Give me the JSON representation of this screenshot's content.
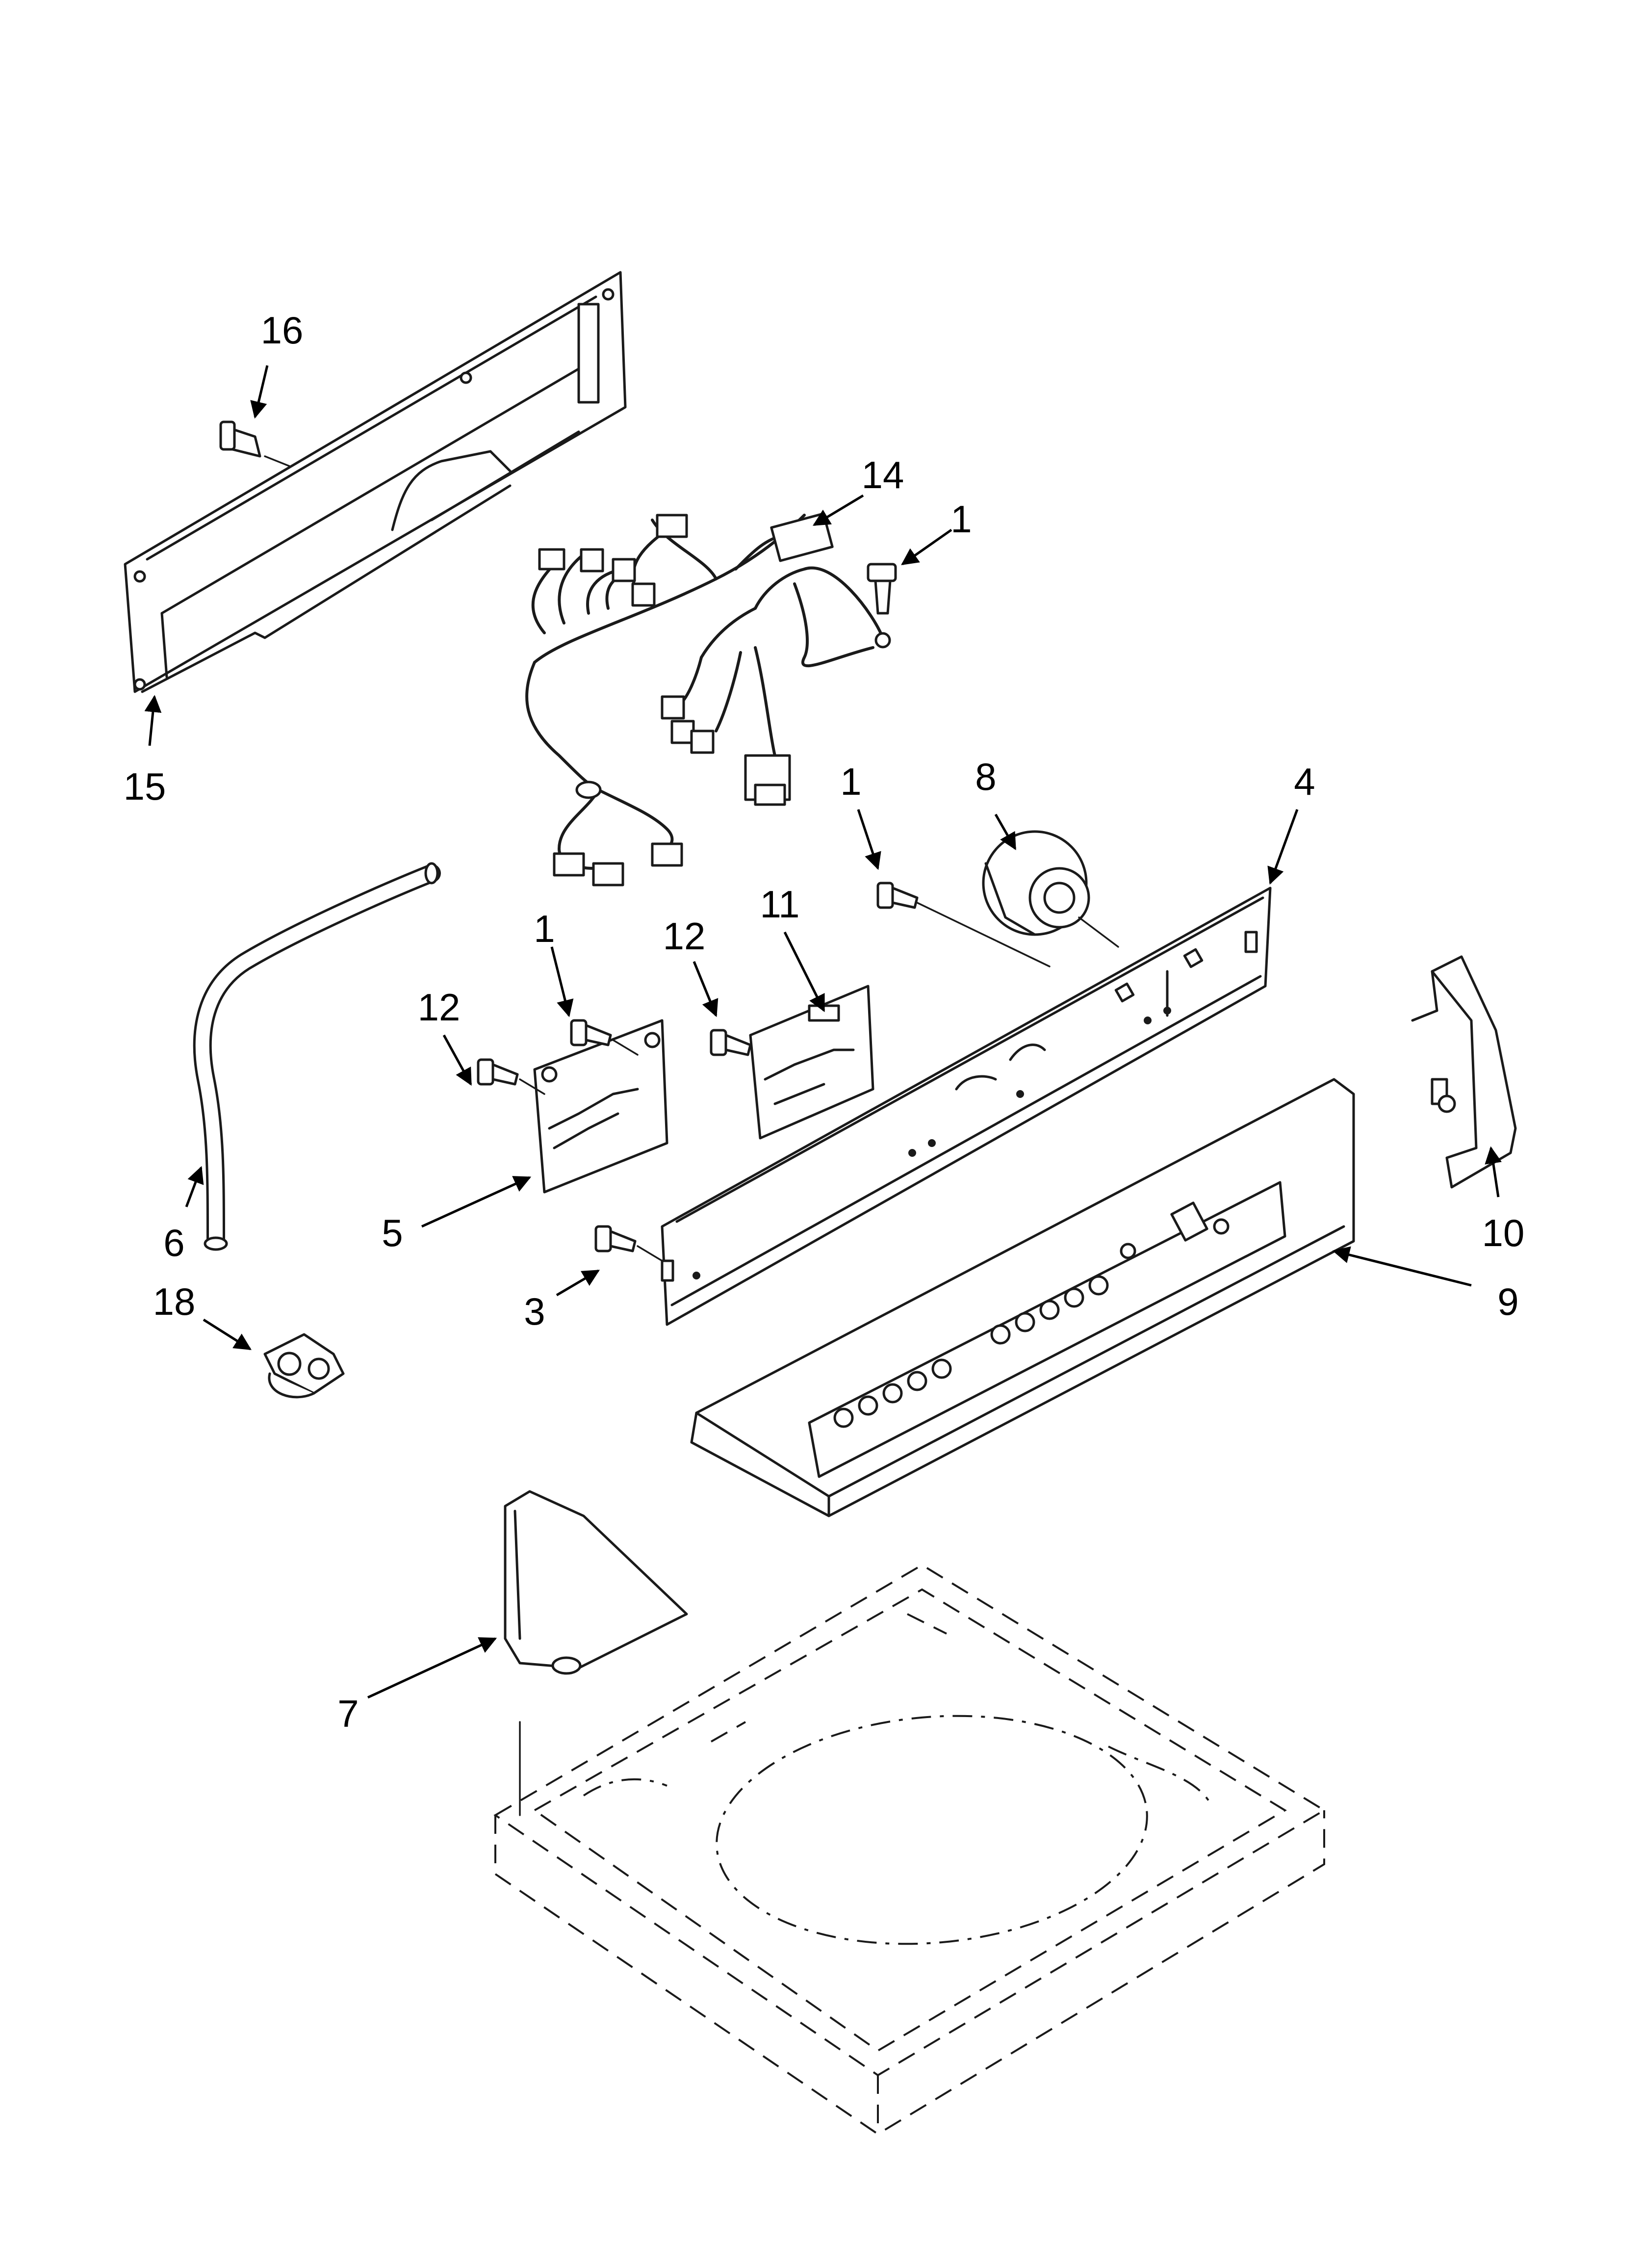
{
  "callouts": {
    "c16": "16",
    "c15": "15",
    "c14": "14",
    "c1_top": "1",
    "c1_bracket": "1",
    "c8": "8",
    "c4": "4",
    "c1_board": "1",
    "c12_left": "12",
    "c12_mid": "12",
    "c11": "11",
    "c5": "5",
    "c6": "6",
    "c18": "18",
    "c3": "3",
    "c9": "9",
    "c10": "10",
    "c7": "7"
  },
  "colors": {
    "line": "#1a1a1a",
    "background": "#ffffff"
  }
}
